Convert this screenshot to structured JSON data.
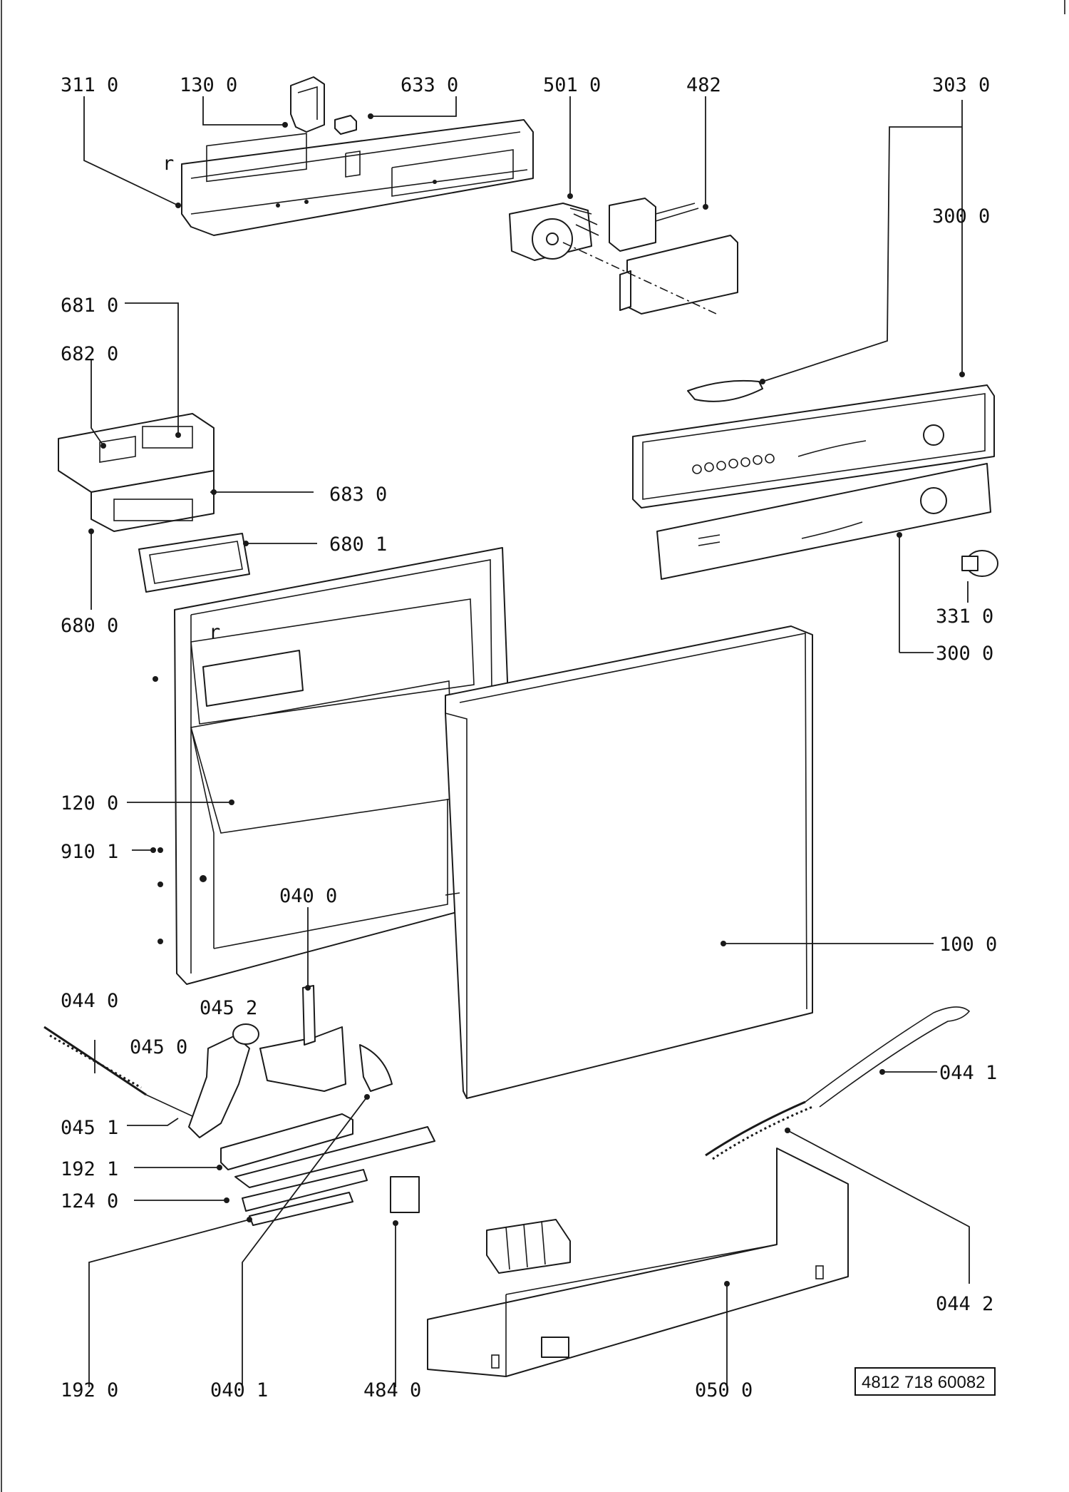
{
  "diagram": {
    "reference_number": "4812 718 60082",
    "parts": [
      {
        "key": "p3110",
        "label": "311 0"
      },
      {
        "key": "p1300",
        "label": "130 0"
      },
      {
        "key": "p6330",
        "label": "633 0"
      },
      {
        "key": "p5010",
        "label": "501 0"
      },
      {
        "key": "p482",
        "label": "482"
      },
      {
        "key": "p3030",
        "label": "303 0"
      },
      {
        "key": "p3000a",
        "label": "300 0"
      },
      {
        "key": "p6810",
        "label": "681 0"
      },
      {
        "key": "p6820",
        "label": "682 0"
      },
      {
        "key": "p6830",
        "label": "683 0"
      },
      {
        "key": "p6801",
        "label": "680 1"
      },
      {
        "key": "p6800",
        "label": "680 0"
      },
      {
        "key": "p3310",
        "label": "331 0"
      },
      {
        "key": "p3000b",
        "label": "300 0"
      },
      {
        "key": "p1200",
        "label": "120 0"
      },
      {
        "key": "p9101",
        "label": "910 1"
      },
      {
        "key": "p0400",
        "label": "040 0"
      },
      {
        "key": "p1000",
        "label": "100 0"
      },
      {
        "key": "p0440",
        "label": "044 0"
      },
      {
        "key": "p0452",
        "label": "045 2"
      },
      {
        "key": "p0450",
        "label": "045 0"
      },
      {
        "key": "p0441",
        "label": "044 1"
      },
      {
        "key": "p0451",
        "label": "045 1"
      },
      {
        "key": "p1921",
        "label": "192 1"
      },
      {
        "key": "p1240",
        "label": "124 0"
      },
      {
        "key": "p0442",
        "label": "044 2"
      },
      {
        "key": "p1920",
        "label": "192 0"
      },
      {
        "key": "p0401",
        "label": "040 1"
      },
      {
        "key": "p4840",
        "label": "484 0"
      },
      {
        "key": "p0500",
        "label": "050 0"
      }
    ],
    "callout_letter": "r"
  }
}
